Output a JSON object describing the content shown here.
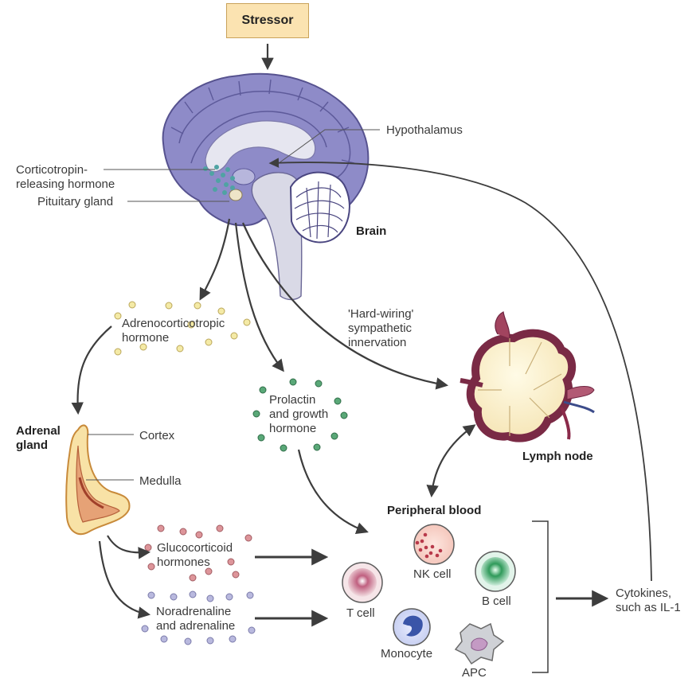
{
  "labels": {
    "stressor": "Stressor",
    "hypothalamus": "Hypothalamus",
    "crh": "Corticotropin-\nreleasing hormone",
    "pituitary": "Pituitary gland",
    "brain": "Brain",
    "acth": "Adrenocorticotropic\nhormone",
    "hardwiring": "'Hard-wiring'\nsympathetic\ninnervation",
    "adrenal": "Adrenal\ngland",
    "cortex": "Cortex",
    "medulla": "Medulla",
    "prolactin": "Prolactin\nand growth\nhormone",
    "lymph_node": "Lymph node",
    "peripheral_blood": "Peripheral blood",
    "glucocorticoid": "Glucocorticoid\nhormones",
    "noradrenaline": "Noradrenaline\nand adrenaline",
    "nk_cell": "NK cell",
    "b_cell": "B cell",
    "t_cell": "T cell",
    "monocyte": "Monocyte",
    "apc": "APC",
    "cytokines": "Cytokines,\nsuch as IL-1"
  },
  "colors": {
    "stressor_fill": "#fbe3b1",
    "brain": "#8b88c4",
    "acth_dots": "#f3e7a0",
    "prolactin_dots": "#5aa878",
    "glucocorticoid_dots": "#d98f93",
    "noradrenaline_dots": "#b3b3d9",
    "arrow": "#3d3d3d"
  }
}
